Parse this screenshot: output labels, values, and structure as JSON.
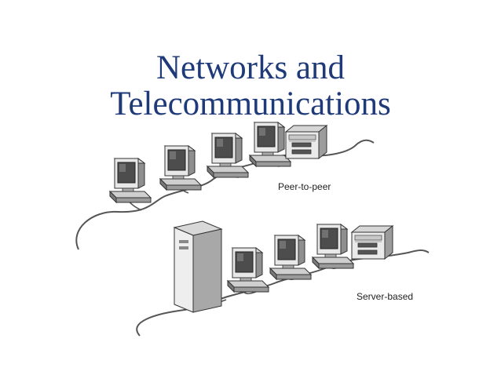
{
  "title": {
    "line1": "Networks and",
    "line2": "Telecommunications"
  },
  "labels": {
    "peer": "Peer-to-peer",
    "server": "Server-based"
  },
  "colors": {
    "title": "#1f3a78",
    "cable": "#555555",
    "device_light": "#e4e4e4",
    "device_mid": "#b8b8b8",
    "device_dark": "#5a5a5a"
  }
}
